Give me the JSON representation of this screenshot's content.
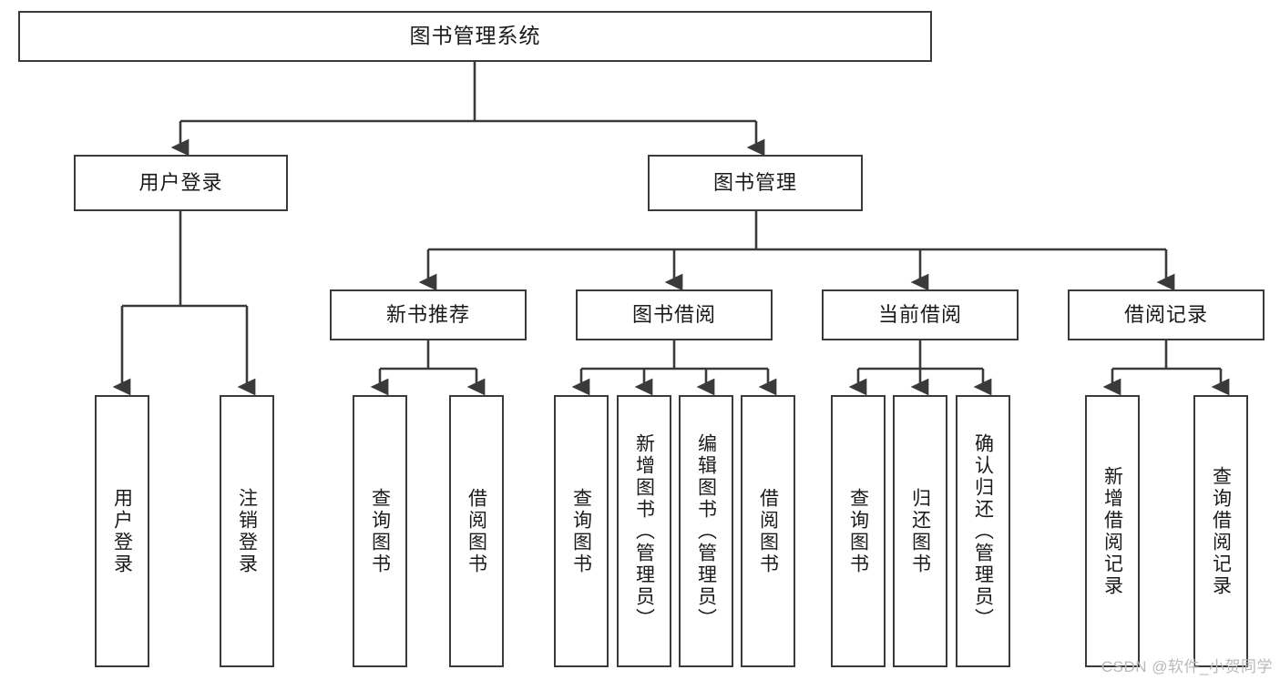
{
  "diagram": {
    "title": "图书管理系统",
    "type": "tree",
    "colors": {
      "box_border": "#3a3a3a",
      "box_fill": "#ffffff",
      "text": "#1a1a1a",
      "edge": "#3a3a3a",
      "watermark": "#b9b9b9",
      "background": "#ffffff"
    },
    "watermark": "CSDN @软件_小贺同学",
    "root": {
      "id": "root",
      "label": "图书管理系统"
    },
    "level2": [
      {
        "id": "user-login",
        "label": "用户登录"
      },
      {
        "id": "book-manage",
        "label": "图书管理"
      }
    ],
    "level3": [
      {
        "id": "new-book-recommend",
        "label": "新书推荐",
        "parent": "book-manage"
      },
      {
        "id": "book-borrow",
        "label": "图书借阅",
        "parent": "book-manage"
      },
      {
        "id": "current-borrow",
        "label": "当前借阅",
        "parent": "book-manage"
      },
      {
        "id": "borrow-record",
        "label": "借阅记录",
        "parent": "book-manage"
      }
    ],
    "leaves": {
      "user-login": [
        {
          "id": "leaf-user-login",
          "label": "用户登录"
        },
        {
          "id": "leaf-logout",
          "label": "注销登录"
        }
      ],
      "new-book-recommend": [
        {
          "id": "leaf-query-book-1",
          "label": "查询图书"
        },
        {
          "id": "leaf-borrow-book-1",
          "label": "借阅图书"
        }
      ],
      "book-borrow": [
        {
          "id": "leaf-query-book-2",
          "label": "查询图书"
        },
        {
          "id": "leaf-add-book",
          "label": "新增图书（管理员）"
        },
        {
          "id": "leaf-edit-book",
          "label": "编辑图书（管理员）"
        },
        {
          "id": "leaf-borrow-book-2",
          "label": "借阅图书"
        }
      ],
      "current-borrow": [
        {
          "id": "leaf-query-book-3",
          "label": "查询图书"
        },
        {
          "id": "leaf-return-book",
          "label": "归还图书"
        },
        {
          "id": "leaf-confirm-return",
          "label": "确认归还（管理员）"
        }
      ],
      "borrow-record": [
        {
          "id": "leaf-add-record",
          "label": "新增借阅记录"
        },
        {
          "id": "leaf-query-record",
          "label": "查询借阅记录"
        }
      ]
    }
  }
}
